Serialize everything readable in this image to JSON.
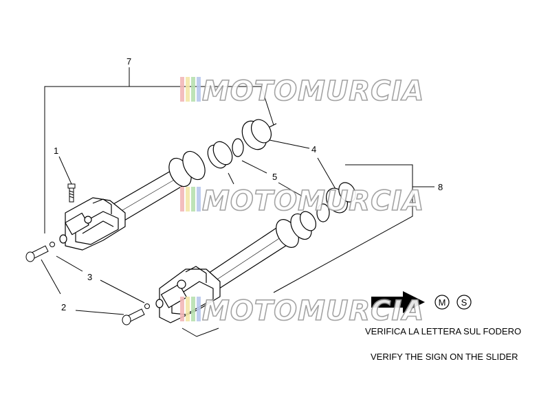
{
  "callouts": {
    "n1": "1",
    "n2": "2",
    "n3": "3",
    "n4": "4",
    "n5": "5",
    "n7": "7",
    "n8": "8"
  },
  "watermark": "MOTOMURCIA",
  "markers": {
    "m": "M",
    "s": "S"
  },
  "notes": {
    "italian": "VERIFICA LA LETTERA SUL FODERO",
    "english": "VERIFY THE SIGN ON THE SLIDER"
  },
  "colors": {
    "line": "#000000",
    "watermark_outline": "#9a9a9a",
    "stripes": [
      "#f2b8b8",
      "#f3e7a8",
      "#b8e0b0",
      "#b8c8ee"
    ]
  }
}
